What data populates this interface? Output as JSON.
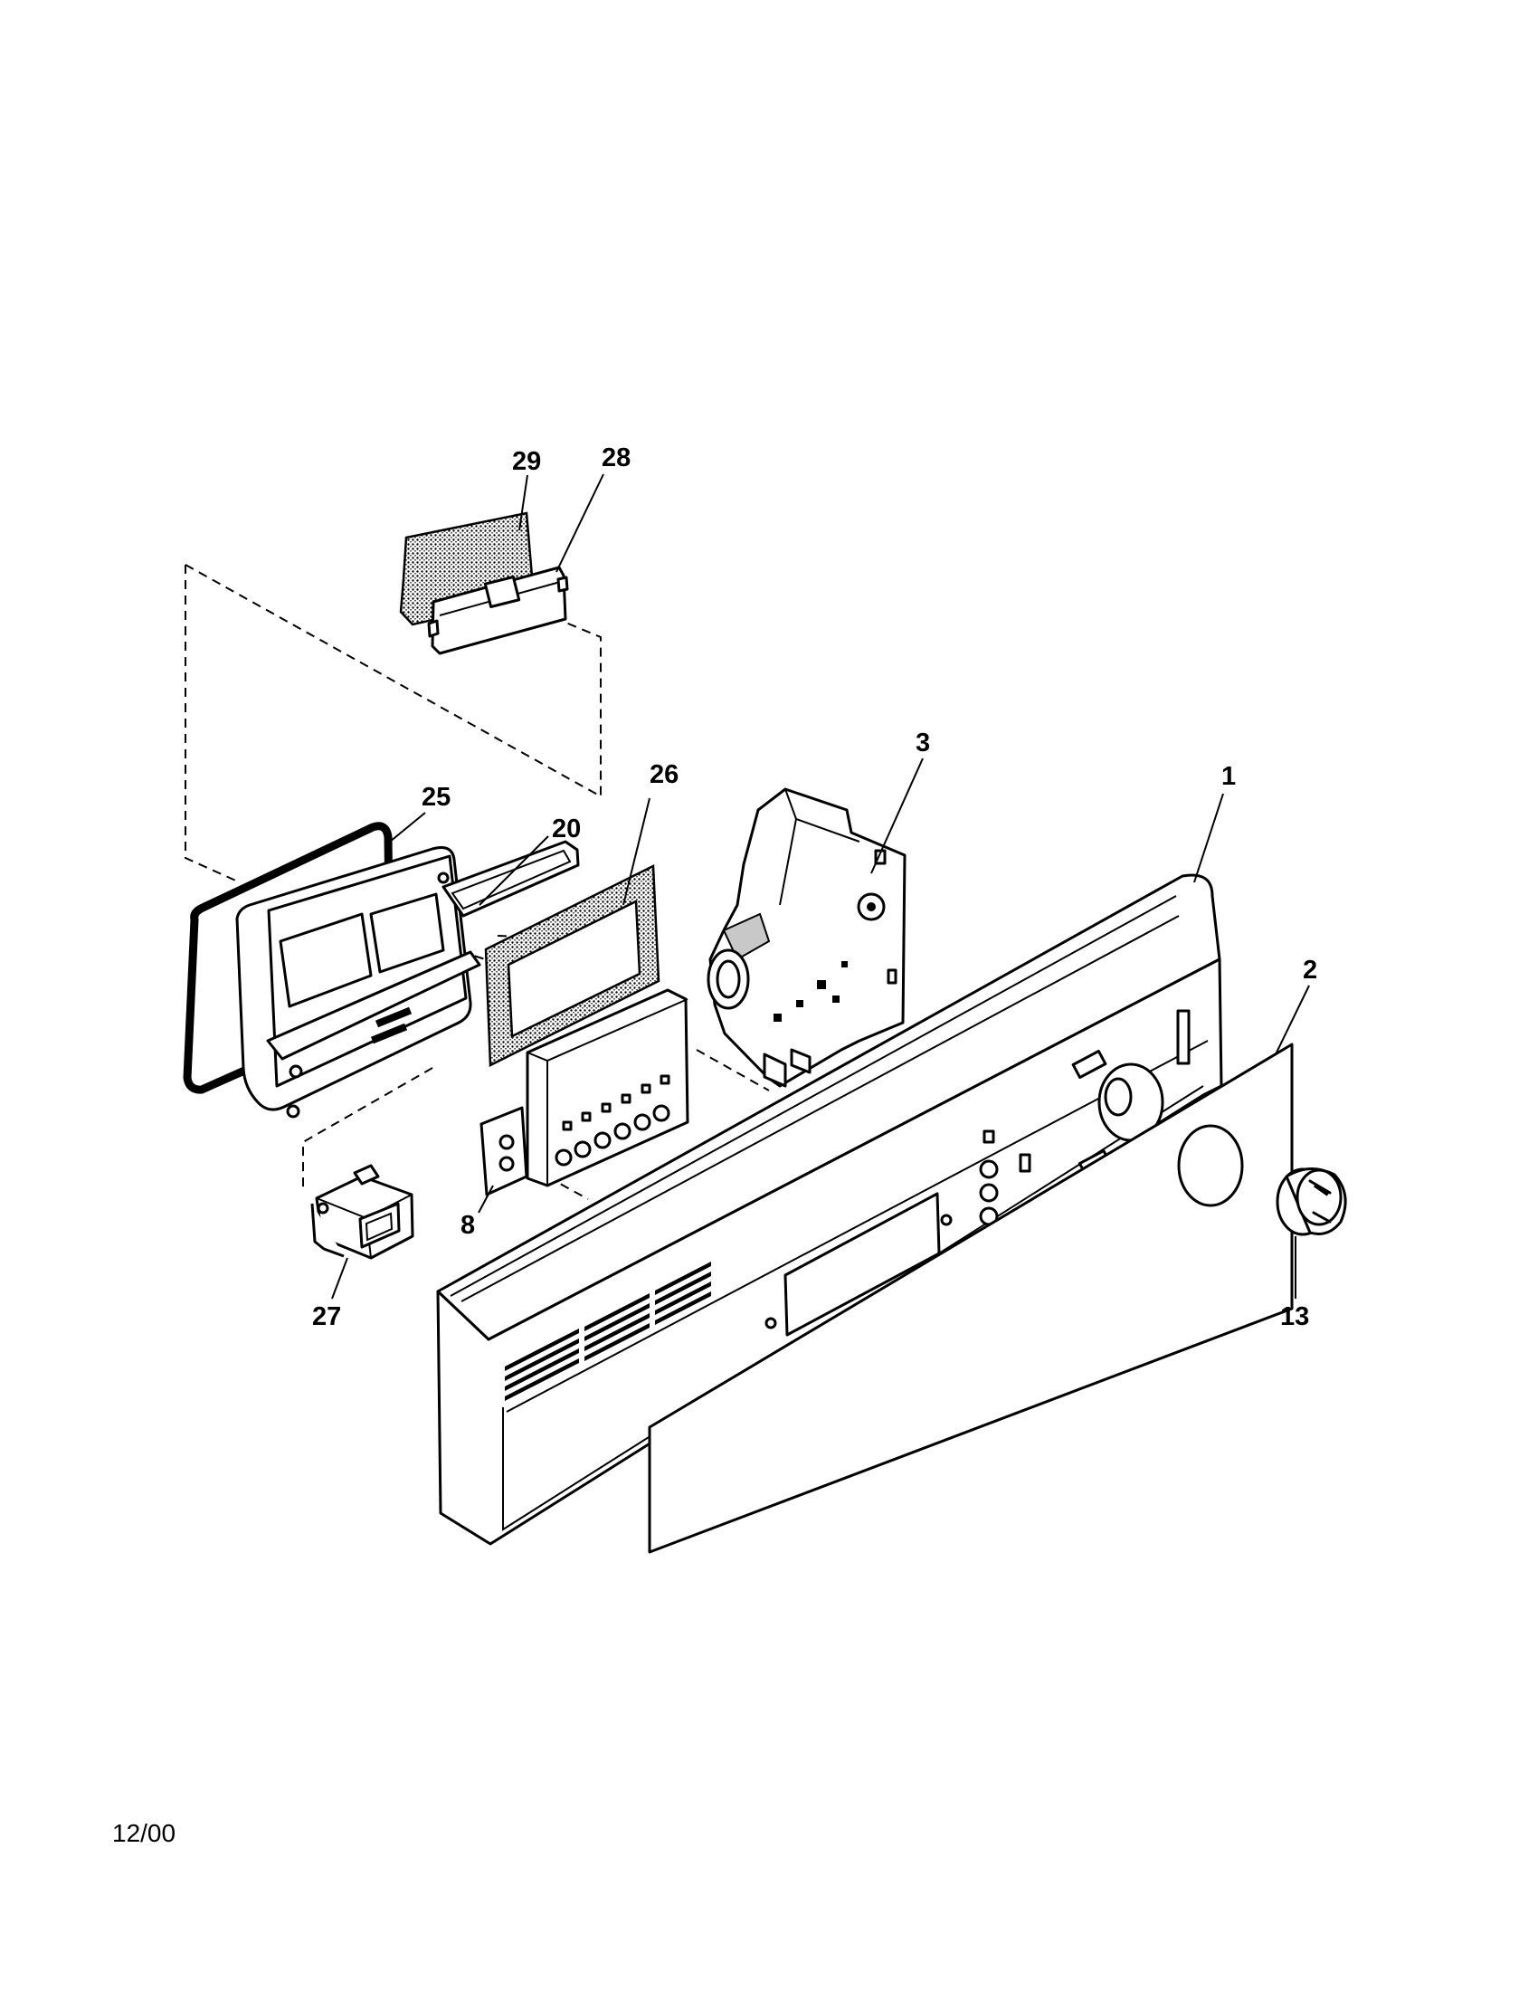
{
  "callouts": {
    "c29": "29",
    "c28": "28",
    "c3": "3",
    "c26": "26",
    "c1": "1",
    "c25": "25",
    "c20": "20",
    "c2": "2",
    "c8": "8",
    "c27": "27",
    "c13": "13"
  },
  "footer": {
    "date_code": "12/00"
  }
}
